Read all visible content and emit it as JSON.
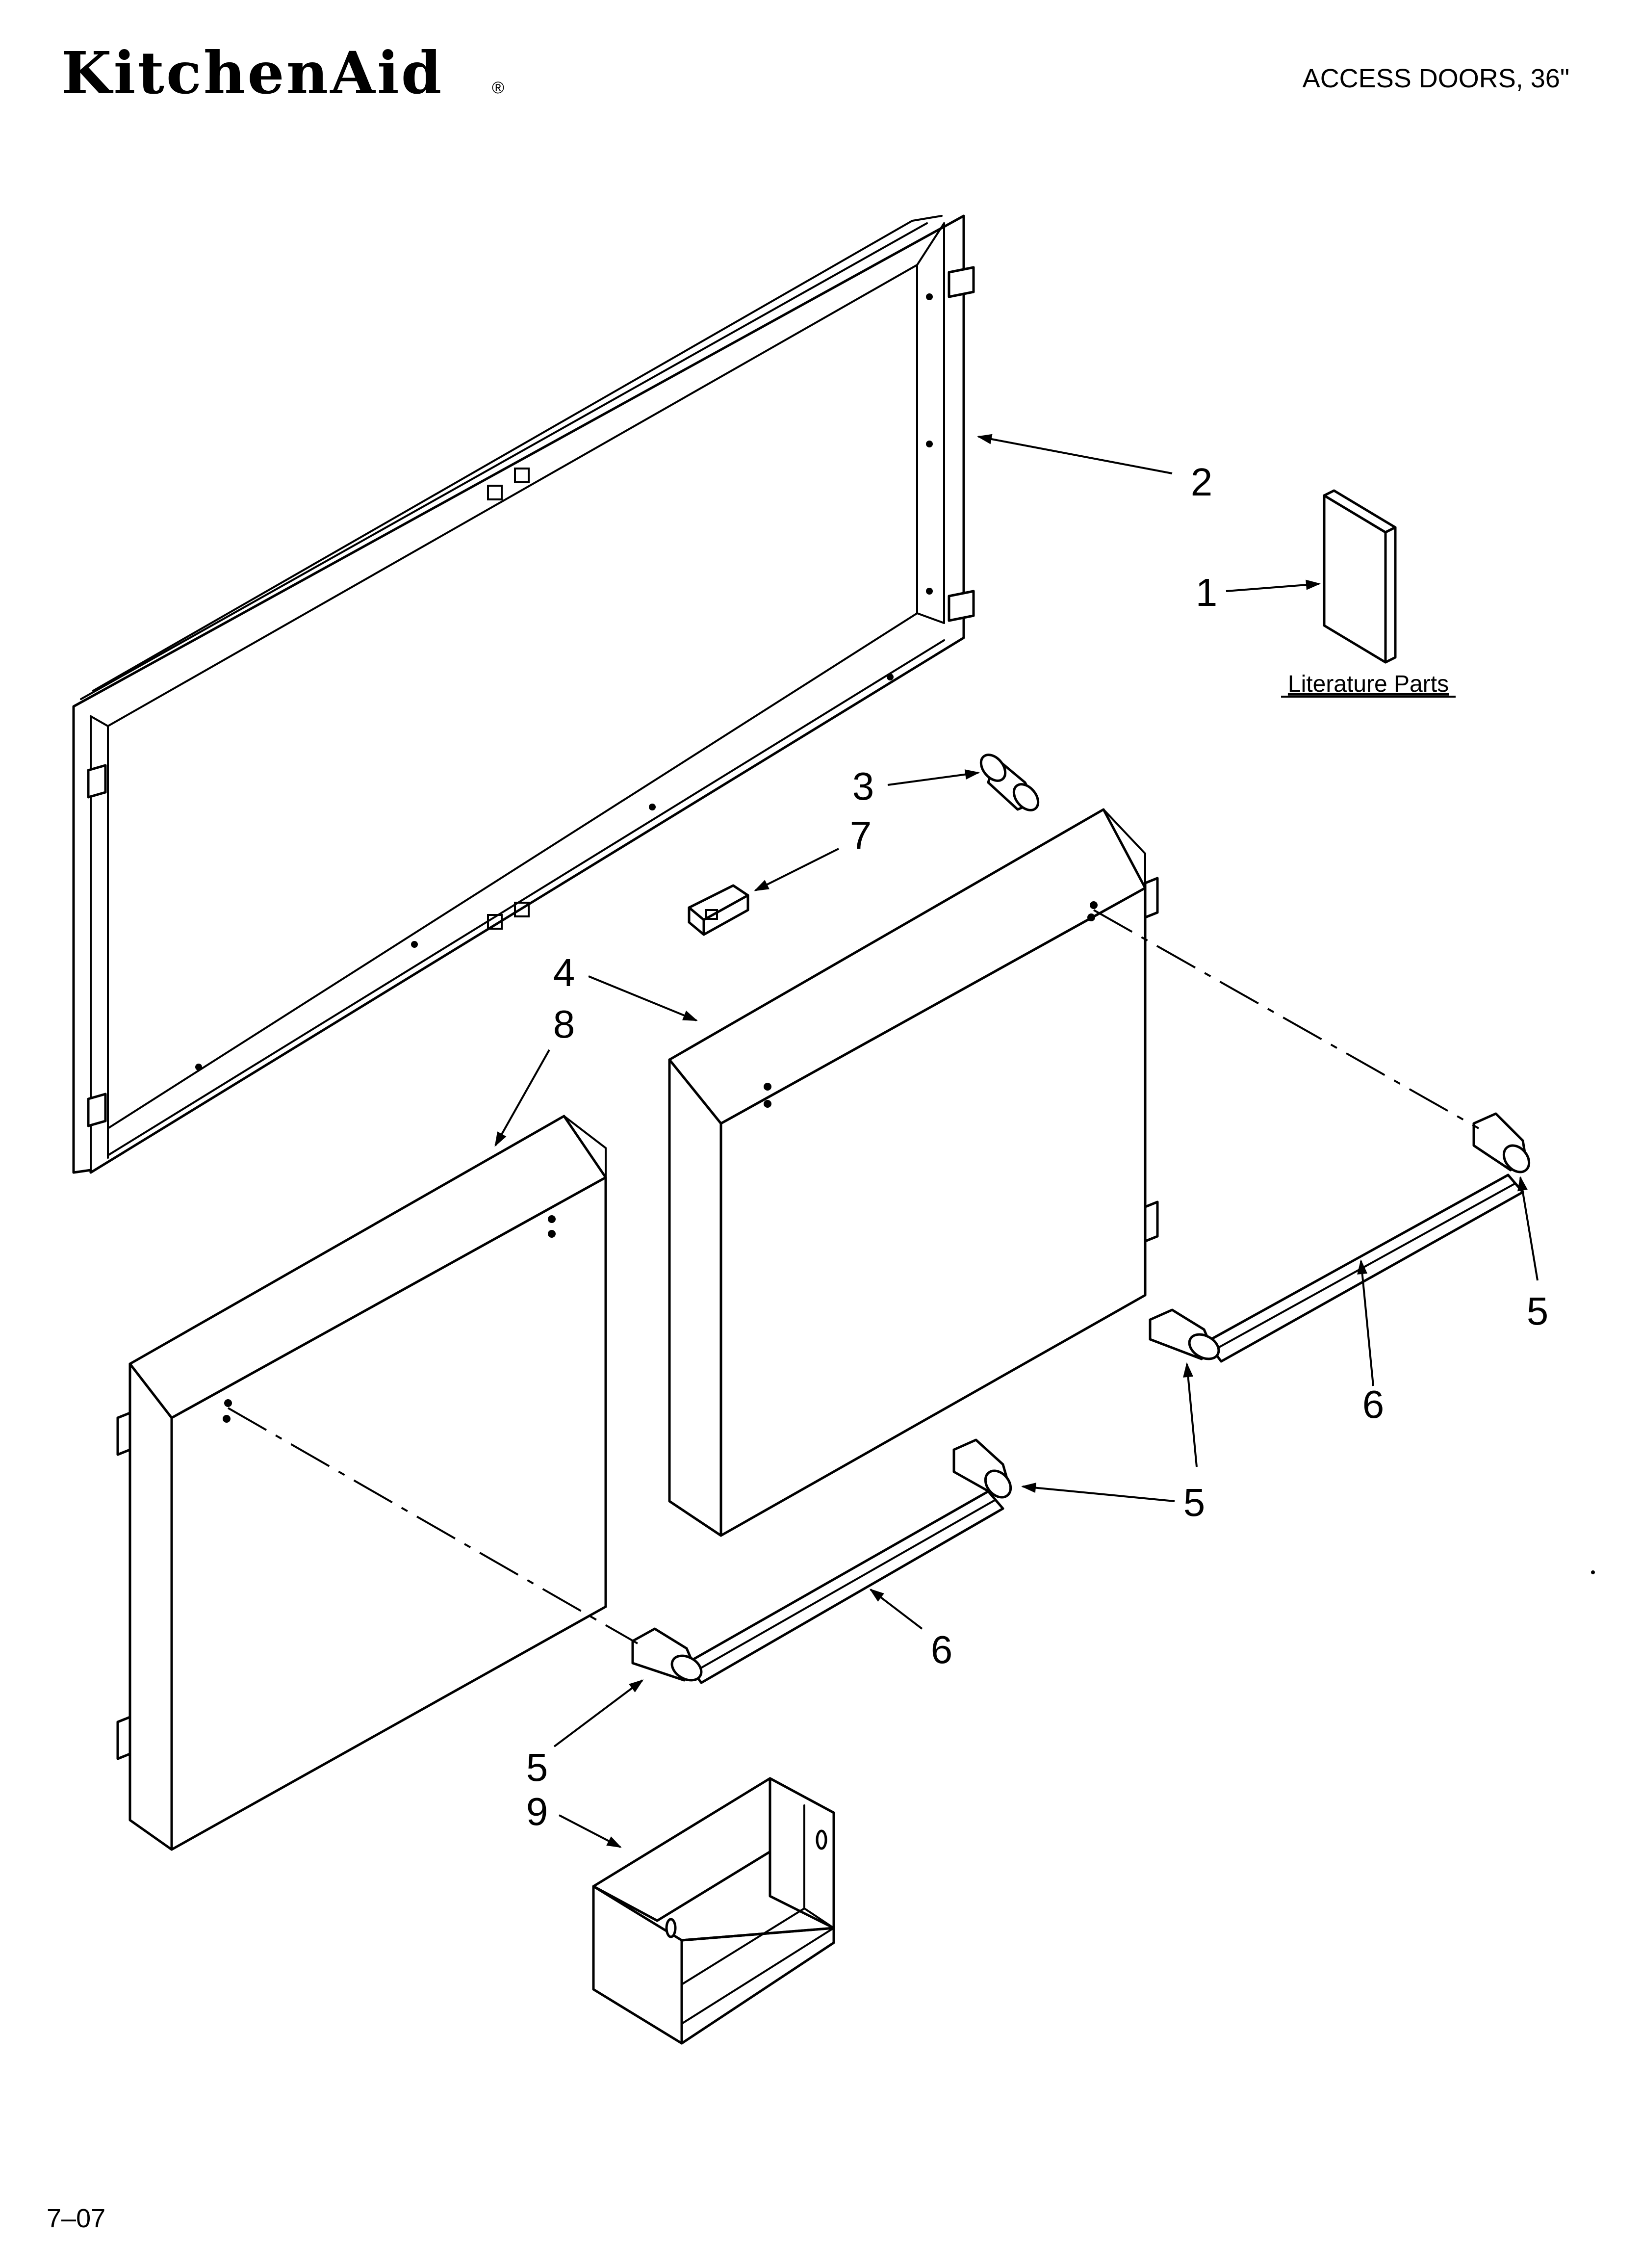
{
  "header": {
    "brand": "KitchenAid",
    "registered_mark": "®",
    "title": "ACCESS DOORS, 36\""
  },
  "literature": {
    "label": "Literature Parts"
  },
  "footer": {
    "code": "7–07"
  },
  "callouts": {
    "c1": "1",
    "c2": "2",
    "c3": "3",
    "c4": "4",
    "c5a": "5",
    "c5b": "5",
    "c5c": "5",
    "c6a": "6",
    "c6b": "6",
    "c7": "7",
    "c8": "8",
    "c9": "9"
  },
  "colors": {
    "line": "#000000",
    "background": "#ffffff"
  }
}
